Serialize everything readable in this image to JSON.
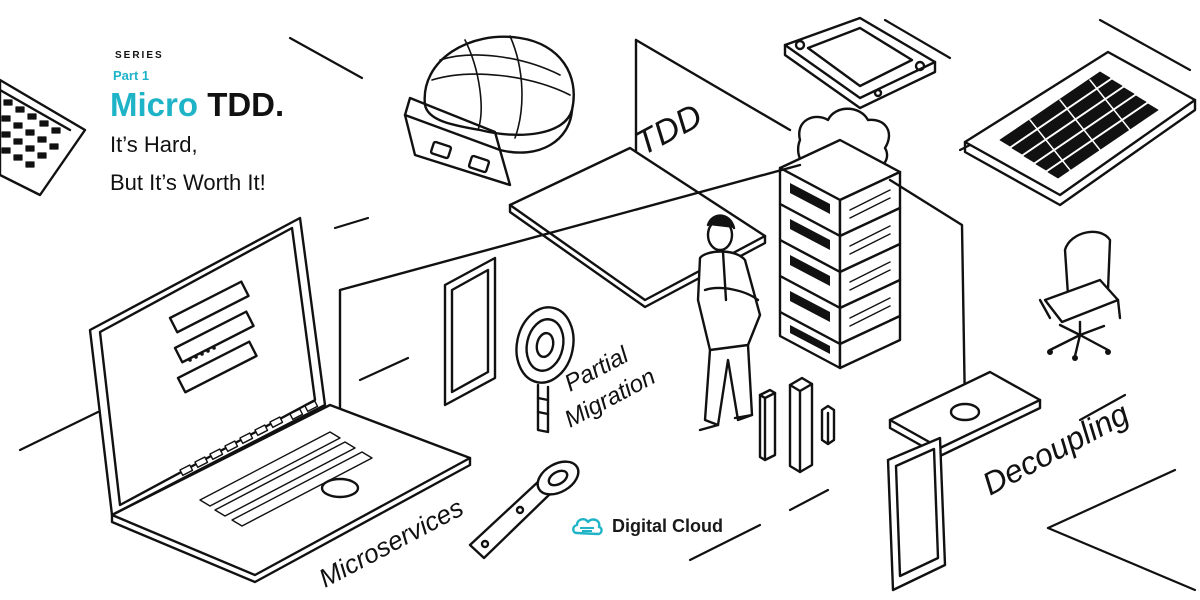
{
  "header": {
    "series": "SERIES",
    "part": "Part 1",
    "title_accent": "Micro",
    "title_rest": "TDD.",
    "subtitle_line1": "It’s Hard,",
    "subtitle_line2": "But It’s Worth It!"
  },
  "labels": {
    "tdd": "TDD",
    "partial": "Partial",
    "migration": "Migration",
    "microservices": "Microservices",
    "decoupling": "Decoupling"
  },
  "brand": {
    "name": "Digital Cloud",
    "icon": "cloud-logo-icon"
  },
  "colors": {
    "accent": "#1fb3c8",
    "ink": "#111111"
  }
}
